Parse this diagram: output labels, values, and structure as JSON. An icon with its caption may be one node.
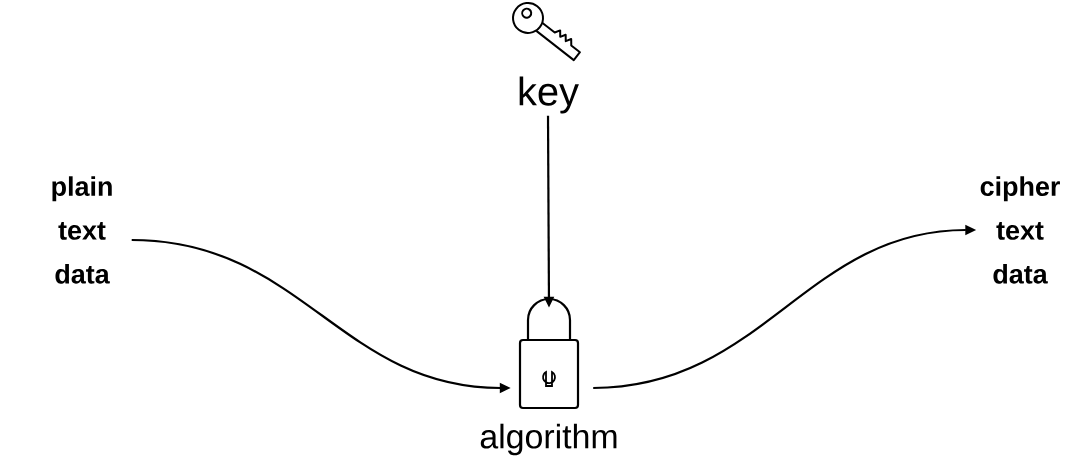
{
  "diagram": {
    "nodes": [
      {
        "text": [
          "plain text data"
        ]
      },
      {
        "text": [
          "key"
        ]
      },
      {
        "text": [],
        "shape": "lock",
        "beside": [
          "algorithm"
        ]
      },
      {
        "text": [
          "cipher text data"
        ]
      }
    ],
    "edges": [
      {
        "from": 0,
        "to": 2,
        "arrow": "to"
      },
      {
        "from": 1,
        "to": 2,
        "arrow": "to"
      },
      {
        "from": 2,
        "to": 3,
        "arrow": "to"
      }
    ]
  }
}
